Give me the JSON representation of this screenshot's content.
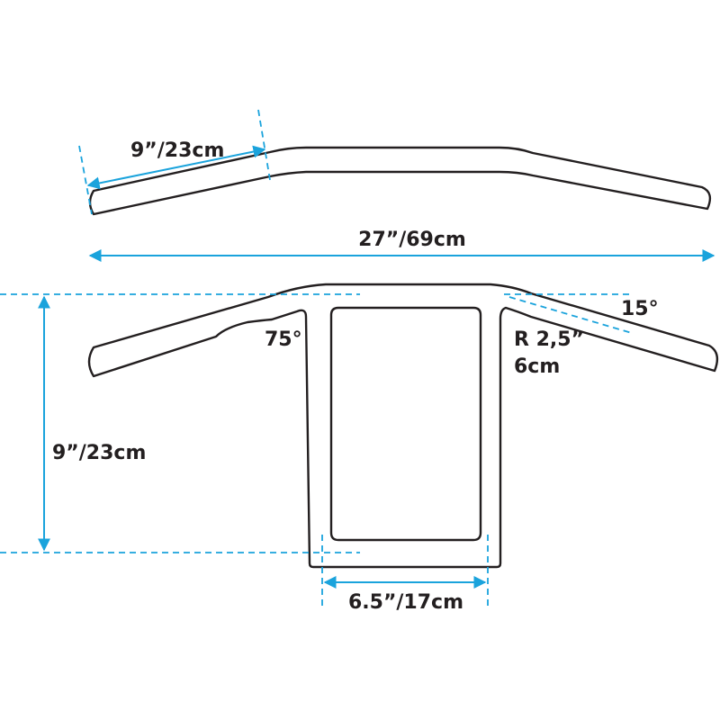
{
  "labels": {
    "grip_length": "9”/23cm",
    "overall_width": "27”/69cm",
    "rise_height": "9”/23cm",
    "riser_angle": "75°",
    "pullback_angle": "15°",
    "bend_radius_in": "R 2,5”",
    "bend_radius_cm": "6cm",
    "clamp_width": "6.5”/17cm"
  },
  "colors": {
    "outline": "#231f20",
    "dimension": "#1aa3dc"
  }
}
